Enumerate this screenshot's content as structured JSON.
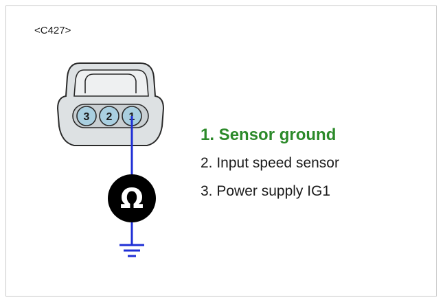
{
  "connector": {
    "id": "<C427>",
    "pins": [
      "3",
      "2",
      "1"
    ]
  },
  "meter": {
    "symbol": "Ω"
  },
  "legend": {
    "items": [
      {
        "label": "1. Sensor ground",
        "highlight": true
      },
      {
        "label": "2. Input speed sensor",
        "highlight": false
      },
      {
        "label": "3. Power supply IG1",
        "highlight": false
      }
    ]
  },
  "colors": {
    "wire": "#1f2fd6",
    "highlight": "#2c8a2a",
    "pin_fill": "#a9cfe0",
    "connector_fill": "#dde1e3",
    "meter_fill": "#000000"
  }
}
